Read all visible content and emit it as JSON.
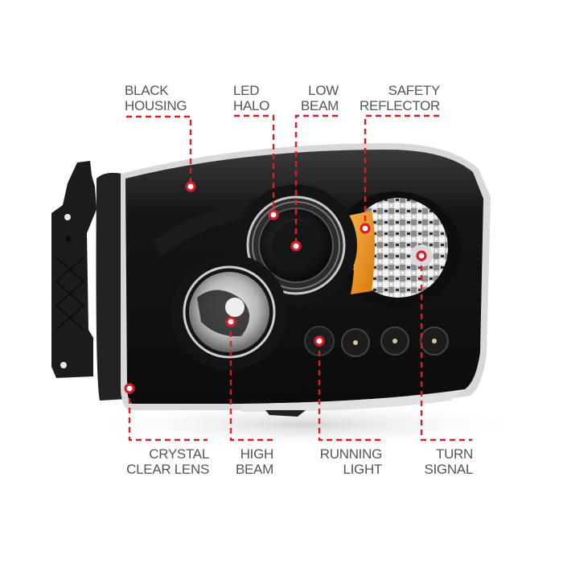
{
  "product": {
    "name": "Black projector headlight with LED halo",
    "colors": {
      "housing": "#141414",
      "bezel": "#2a2a2a",
      "chrome_trim": "#d9d9d9",
      "amber_reflector": "#f0921e",
      "leader_line": "#d4202a",
      "label_text": "#555555"
    }
  },
  "callouts": {
    "top": [
      {
        "id": "black-housing",
        "line1": "BLACK",
        "line2": "HOUSING"
      },
      {
        "id": "led-halo",
        "line1": "LED",
        "line2": "HALO"
      },
      {
        "id": "low-beam",
        "line1": "LOW",
        "line2": "BEAM"
      },
      {
        "id": "safety-reflector",
        "line1": "SAFETY",
        "line2": "REFLECTOR"
      }
    ],
    "bottom": [
      {
        "id": "crystal-clear-lens",
        "line1": "CRYSTAL",
        "line2": "CLEAR LENS"
      },
      {
        "id": "high-beam",
        "line1": "HIGH",
        "line2": "BEAM"
      },
      {
        "id": "running-light",
        "line1": "RUNNING",
        "line2": "LIGHT"
      },
      {
        "id": "turn-signal",
        "line1": "TURN",
        "line2": "SIGNAL"
      }
    ]
  }
}
